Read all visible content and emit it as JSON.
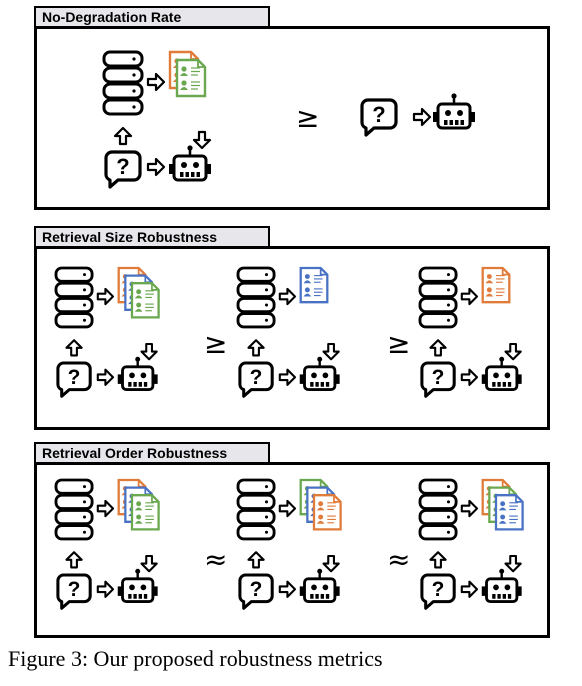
{
  "panels": [
    {
      "title": "No-Degradation Rate",
      "comparator": "≥"
    },
    {
      "title": "Retrieval Size Robustness",
      "comparators": [
        "≥",
        "≥"
      ]
    },
    {
      "title": "Retrieval Order Robustness",
      "comparators": [
        "≈",
        "≈"
      ]
    }
  ],
  "caption": "Figure 3: Our proposed robustness metrics",
  "colors": {
    "orange": "#e07b39",
    "blue": "#4a72c4",
    "green": "#6aa84f",
    "tab_bg": "#e6e6eb"
  },
  "icons": [
    "database-icon",
    "document-icon",
    "question-bubble-icon",
    "robot-icon",
    "arrow-right-icon",
    "arrow-up-icon",
    "arrow-down-icon"
  ]
}
